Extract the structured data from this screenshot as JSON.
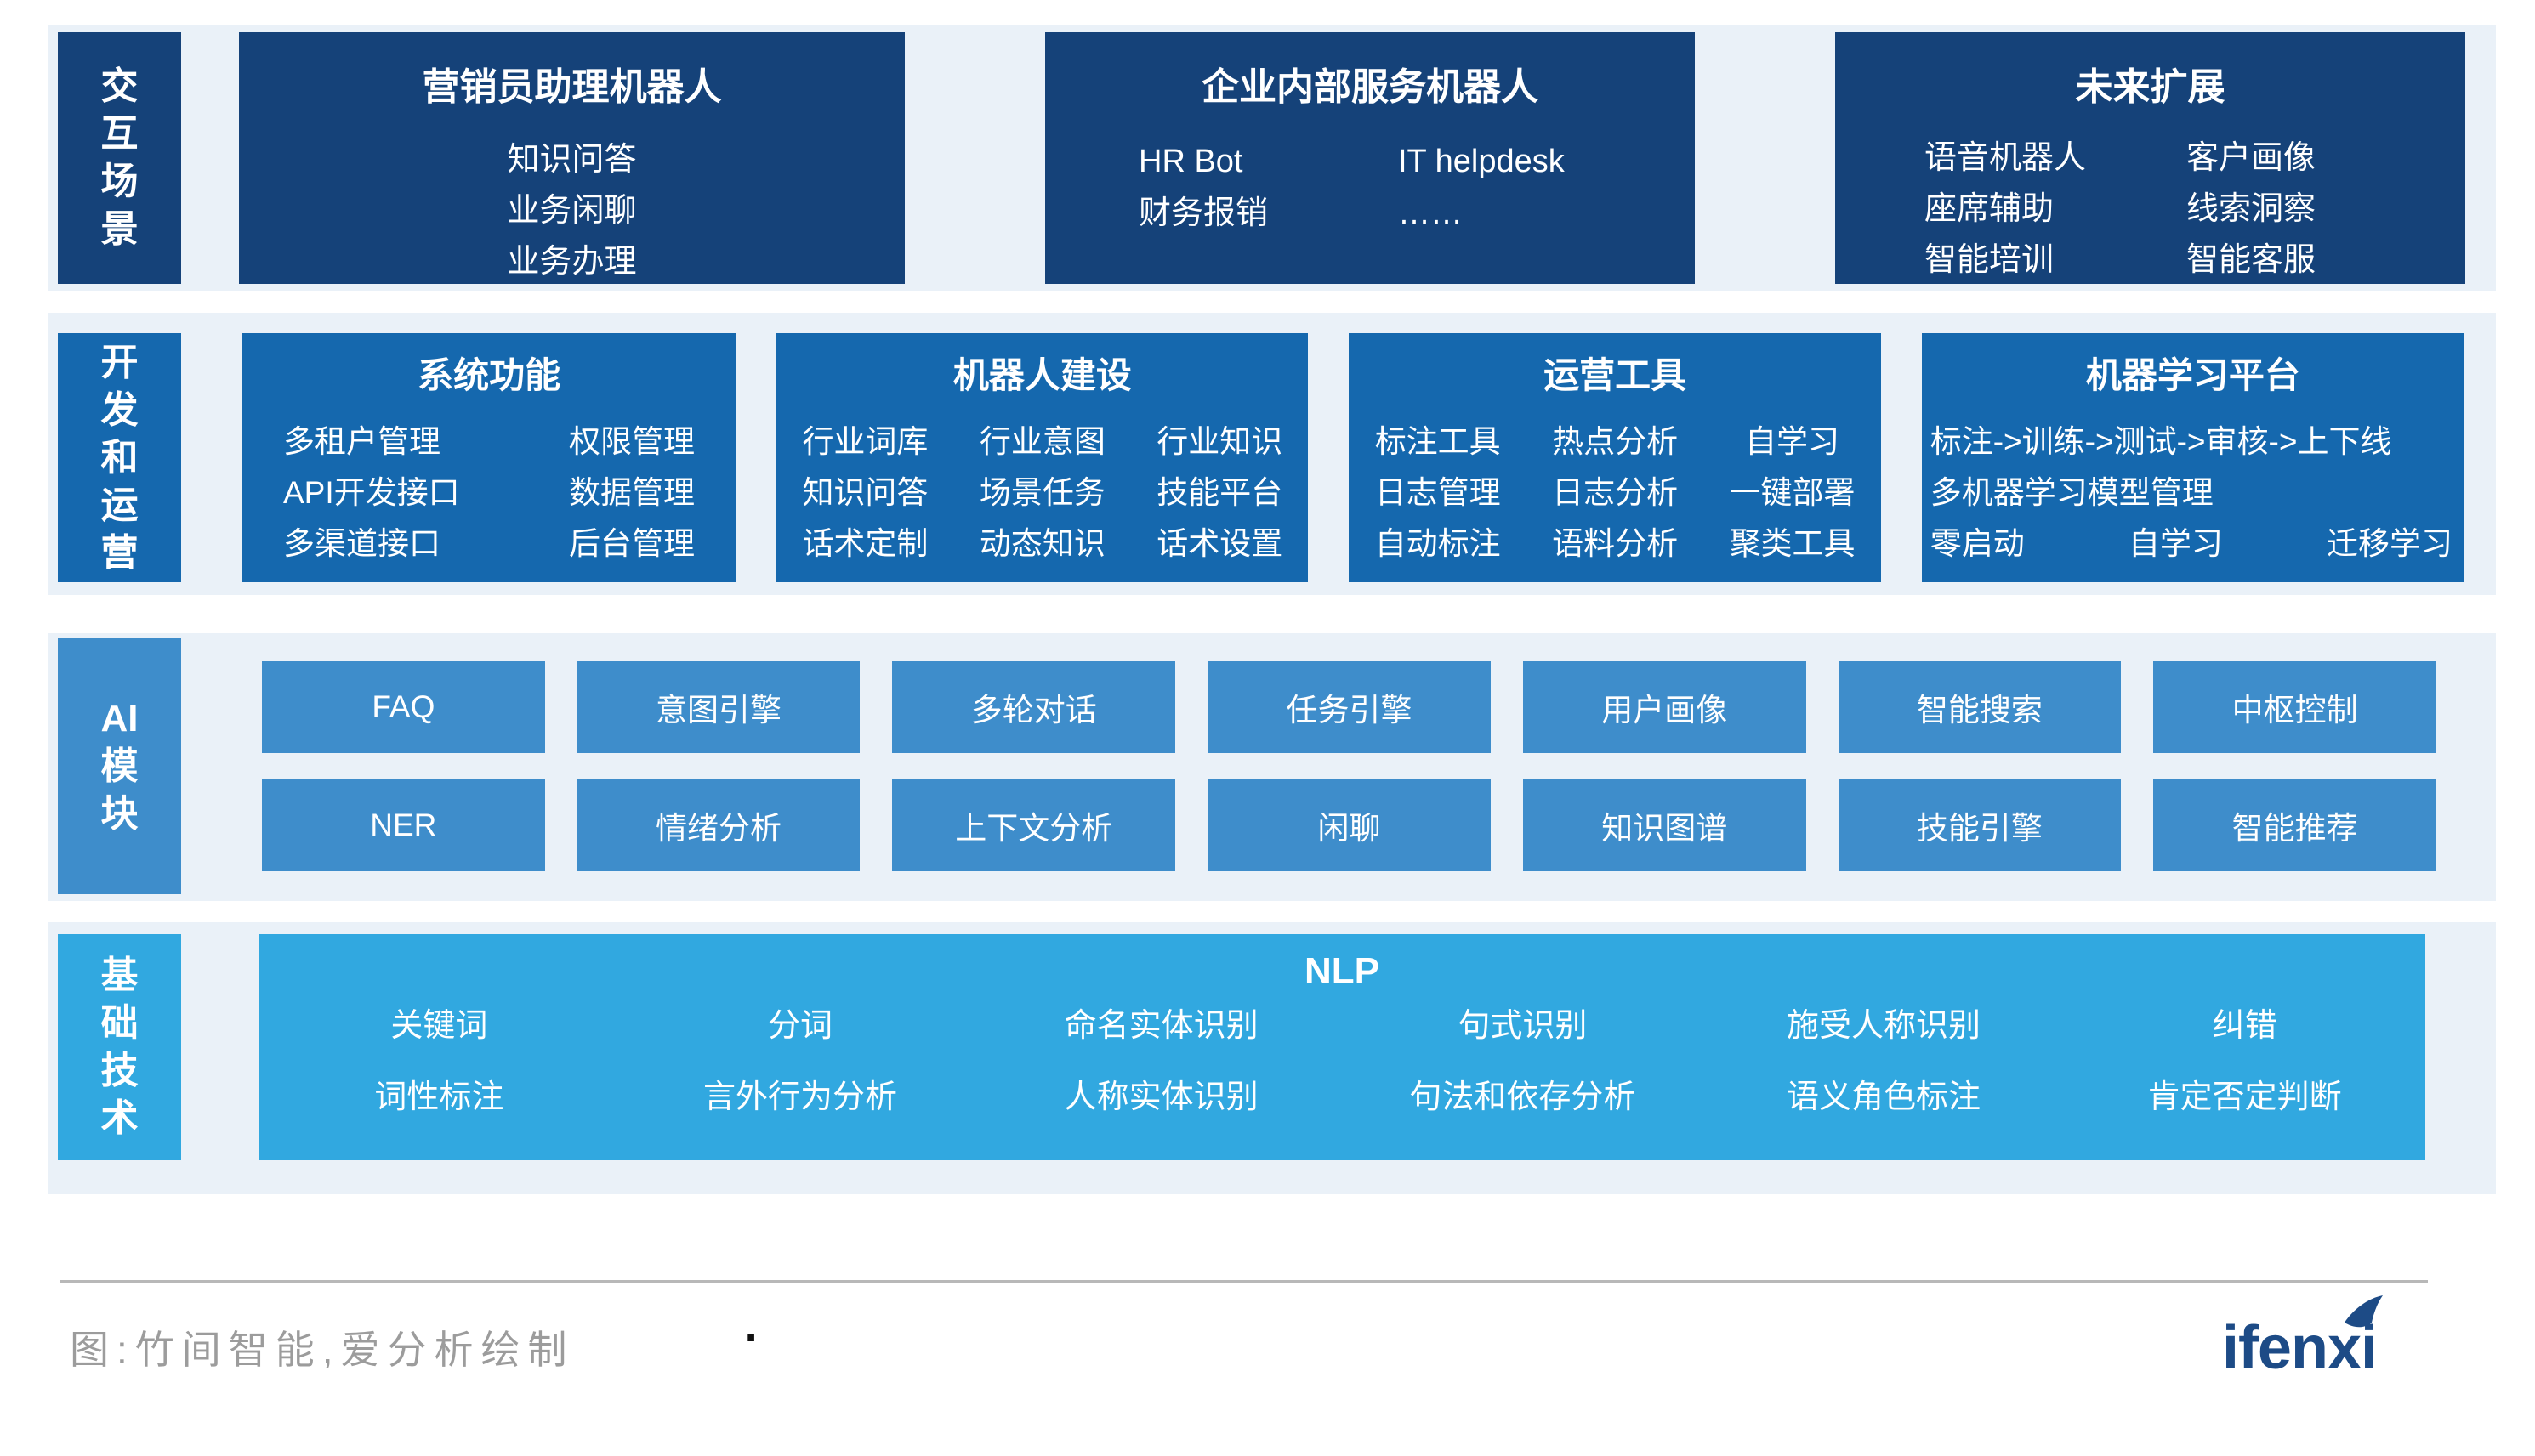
{
  "colors": {
    "band1": "#154279",
    "band2": "#1568AE",
    "band3": "#3E8DCB",
    "band4": "#31A8E0",
    "strip": "#EAF1F8"
  },
  "bands": {
    "interaction": {
      "label": "交互场景",
      "label_lines": [
        "交",
        "互",
        "场",
        "景"
      ],
      "boxes": {
        "sales_assistant": {
          "title": "营销员助理机器人",
          "items": [
            "知识问答",
            "业务闲聊",
            "业务办理"
          ]
        },
        "enterprise_service": {
          "title": "企业内部服务机器人",
          "cells": [
            "HR Bot",
            "IT helpdesk",
            "财务报销",
            "……"
          ]
        },
        "future_expansion": {
          "title": "未来扩展",
          "cells": [
            "语音机器人",
            "客户画像",
            "座席辅助",
            "线索洞察",
            "智能培训",
            "智能客服"
          ]
        }
      }
    },
    "devops": {
      "label": "开发和运营",
      "label_lines": [
        "开",
        "发",
        "和",
        "运",
        "营"
      ],
      "boxes": {
        "system_functions": {
          "title": "系统功能",
          "cells": [
            "多租户管理",
            "权限管理",
            "API开发接口",
            "数据管理",
            "多渠道接口",
            "后台管理"
          ]
        },
        "bot_building": {
          "title": "机器人建设",
          "cells": [
            "行业词库",
            "行业意图",
            "行业知识",
            "知识问答",
            "场景任务",
            "技能平台",
            "话术定制",
            "动态知识",
            "话术设置"
          ]
        },
        "operation_tools": {
          "title": "运营工具",
          "cells": [
            "标注工具",
            "热点分析",
            "自学习",
            "日志管理",
            "日志分析",
            "一键部署",
            "自动标注",
            "语料分析",
            "聚类工具"
          ]
        },
        "ml_platform": {
          "title": "机器学习平台",
          "pipeline": "标注->训练->测试->审核->上下线",
          "line2": "多机器学习模型管理",
          "cells": [
            "零启动",
            "自学习",
            "迁移学习"
          ]
        }
      }
    },
    "ai_modules": {
      "label": "AI模块",
      "label_lines": [
        "AI",
        "模",
        "块"
      ],
      "row1": [
        "FAQ",
        "意图引擎",
        "多轮对话",
        "任务引擎",
        "用户画像",
        "智能搜索",
        "中枢控制"
      ],
      "row2": [
        "NER",
        "情绪分析",
        "上下文分析",
        "闲聊",
        "知识图谱",
        "技能引擎",
        "智能推荐"
      ]
    },
    "foundation": {
      "label": "基础技术",
      "label_lines": [
        "基",
        "础",
        "技",
        "术"
      ],
      "nlp": {
        "title": "NLP",
        "row1": [
          "关键词",
          "分词",
          "命名实体识别",
          "句式识别",
          "施受人称识别",
          "纠错"
        ],
        "row2": [
          "词性标注",
          "言外行为分析",
          "人称实体识别",
          "句法和依存分析",
          "语义角色标注",
          "肯定否定判断"
        ]
      }
    }
  },
  "footer": {
    "caption": "图:竹间智能,爱分析绘制",
    "stray_mark": ".",
    "logo_text": "ifenxi"
  }
}
